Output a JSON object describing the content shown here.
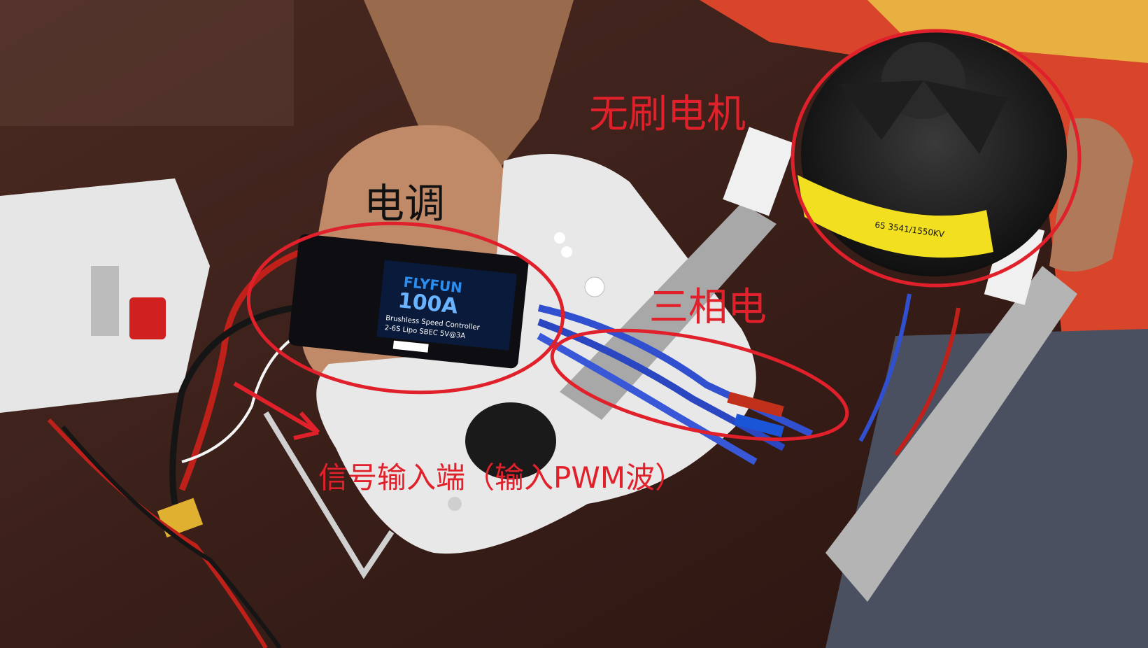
{
  "annotations": {
    "esc": "电调",
    "motor": "无刷电机",
    "three_phase": "三相电",
    "signal_input": "信号输入端（输入PWM波）"
  },
  "product_labels": {
    "esc_brand": "FLYFUN",
    "esc_rating": "100A",
    "esc_subtitle": "Brushless Speed Controller",
    "esc_spec": "2-6S Lipo  SBEC 5V@3A",
    "motor_model": "65 3541/1550KV"
  },
  "colors": {
    "annotation_red": "#e0202a",
    "annotation_black": "#111111"
  }
}
